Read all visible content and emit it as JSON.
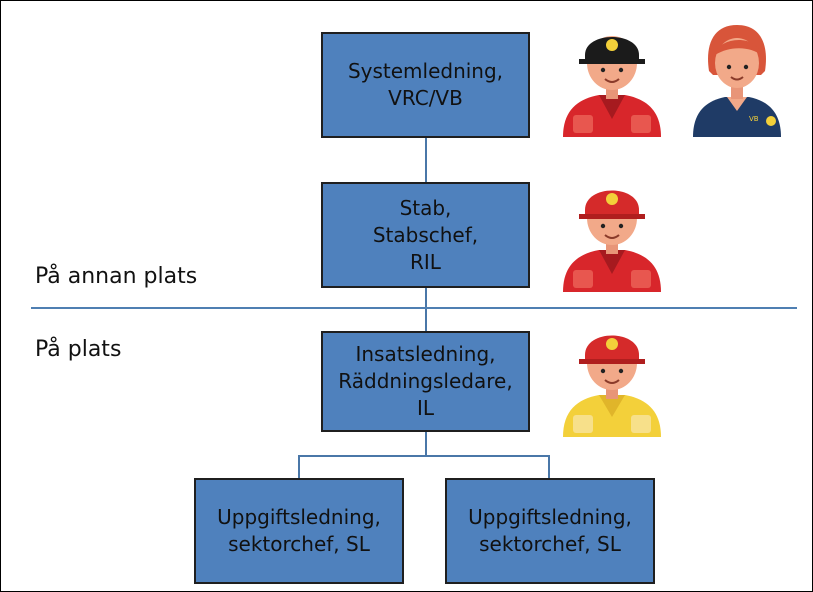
{
  "regions": {
    "upper": "På annan plats",
    "lower": "På plats"
  },
  "nodes": {
    "system": [
      "Systemledning,",
      "VRC/VB"
    ],
    "stab": [
      "Stab,",
      "Stabschef,",
      "RIL"
    ],
    "insats": [
      "Insatsledning,",
      "Räddningsledare,",
      "IL"
    ],
    "uppgift_left": [
      "Uppgiftsledning,",
      "sektorchef, SL"
    ],
    "uppgift_right": [
      "Uppgiftsledning,",
      "sektorchef, SL"
    ]
  },
  "badges": {
    "duty_officer": "VB"
  },
  "colors": {
    "box_fill": "#4F81BD",
    "connector": "#4a77a8",
    "jacket_red": "#d8262b",
    "jacket_yellow": "#f3d03a",
    "shirt_navy": "#1f3b66",
    "helmet_red": "#d52a2a",
    "helmet_black": "#1b1b1b",
    "skin": "#f2a989"
  },
  "icons": [
    "commander-black-helmet-icon",
    "duty-officer-icon",
    "staff-chief-icon",
    "incident-commander-icon"
  ]
}
